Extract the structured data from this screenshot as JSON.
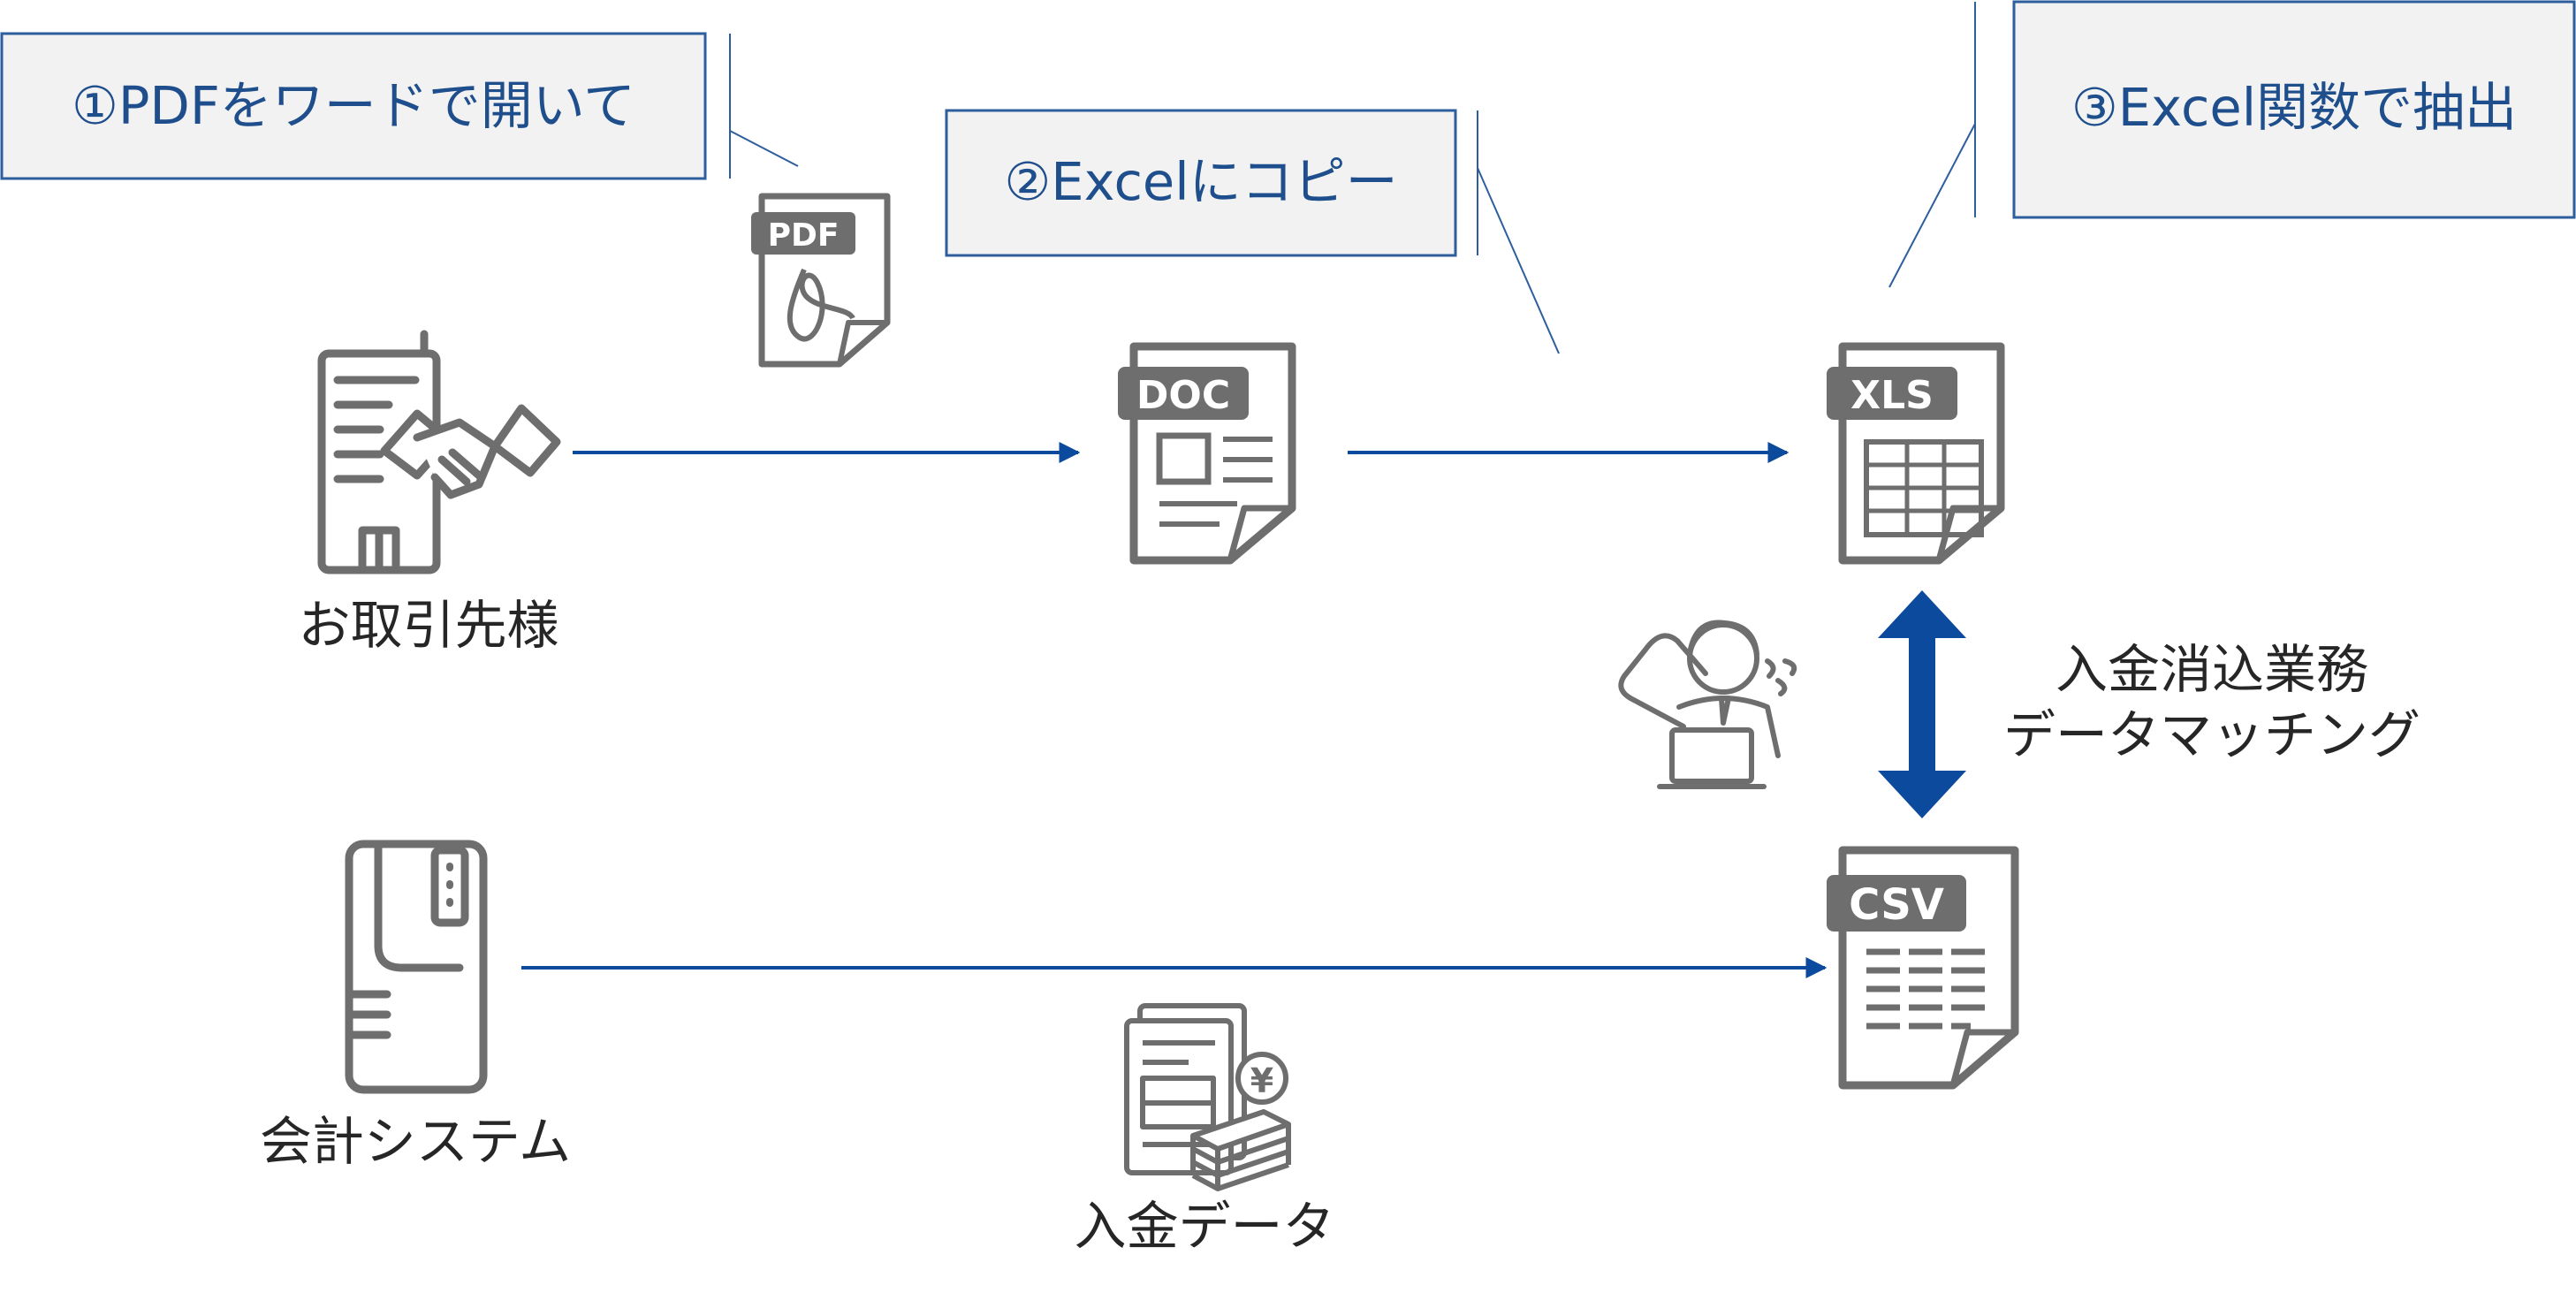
{
  "callouts": {
    "step1": "①PDFをワードで開いて",
    "step2": "②Excelにコピー",
    "step3": "③Excel関数で抽出"
  },
  "labels": {
    "client": "お取引先様",
    "accounting": "会計システム",
    "deposit_data": "入金データ",
    "matching_line1": "入金消込業務",
    "matching_line2": "データマッチング"
  },
  "badges": {
    "pdf": "PDF",
    "doc": "DOC",
    "xls": "XLS",
    "csv": "CSV",
    "yen": "¥"
  },
  "colors": {
    "arrow": "#0b4a9c",
    "icon": "#6e6e6e",
    "callout_border": "#2e5e9e",
    "callout_fill": "#f2f2f2",
    "callout_text": "#1f4e8c"
  }
}
